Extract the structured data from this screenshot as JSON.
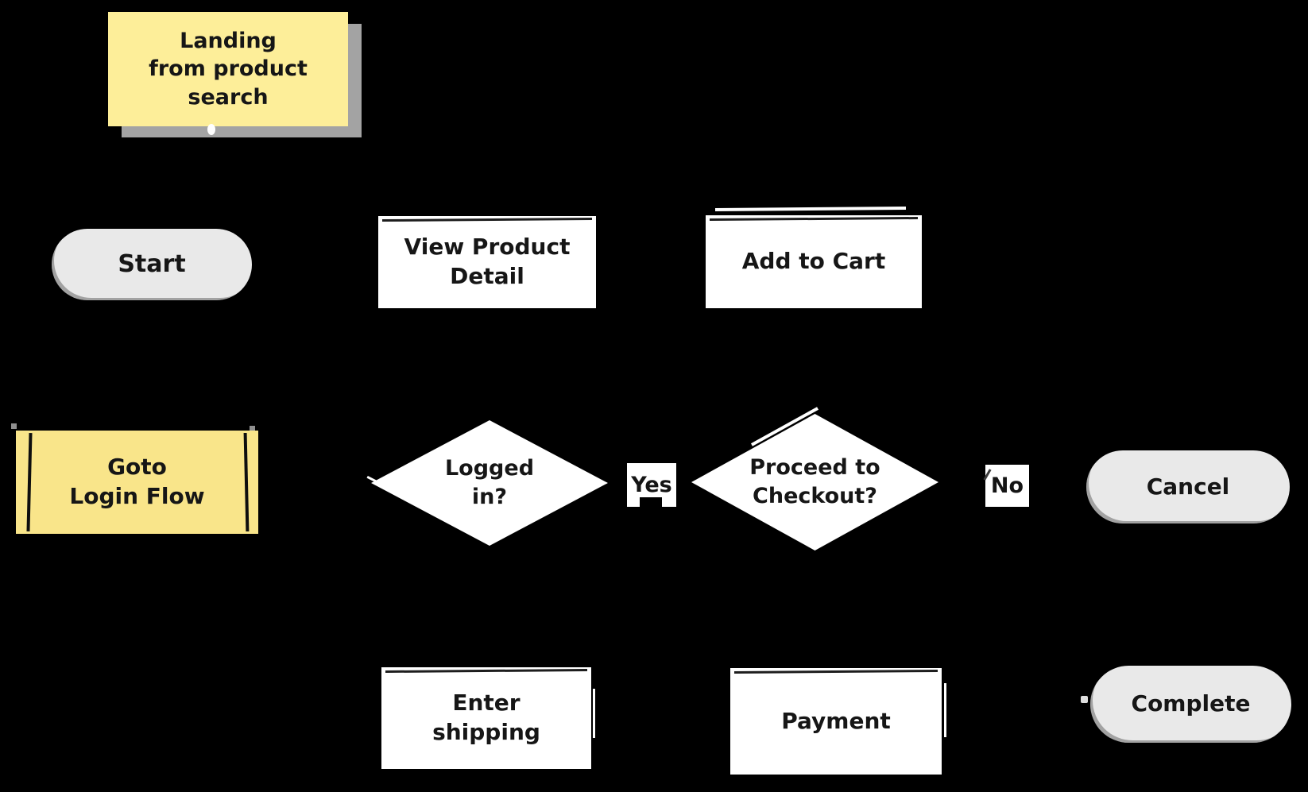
{
  "diagram": {
    "note": {
      "text": "Landing\nfrom product\nsearch"
    },
    "nodes": {
      "start": {
        "label": "Start",
        "shape": "terminator"
      },
      "view_product_detail": {
        "label": "View Product\nDetail",
        "shape": "process"
      },
      "add_to_cart": {
        "label": "Add to Cart",
        "shape": "process"
      },
      "goto_login_flow": {
        "label": "Goto\nLogin Flow",
        "shape": "subroutine"
      },
      "logged_in": {
        "label": "Logged\nin?",
        "shape": "decision"
      },
      "proceed_to_checkout": {
        "label": "Proceed to\nCheckout?",
        "shape": "decision"
      },
      "cancel": {
        "label": "Cancel",
        "shape": "terminator"
      },
      "enter_shipping": {
        "label": "Enter\nshipping",
        "shape": "process"
      },
      "payment": {
        "label": "Payment",
        "shape": "process"
      },
      "complete": {
        "label": "Complete",
        "shape": "terminator"
      }
    },
    "edge_labels": {
      "yes": "Yes",
      "no": "No"
    },
    "colors": {
      "background": "#000000",
      "sticky_yellow": "#fdee99",
      "subroutine_yellow": "#f9e58a",
      "terminator_gray": "#e9e9e9",
      "process_white": "#ffffff",
      "note_shadow_gray": "#a3a3a3",
      "text_black": "#161616"
    }
  }
}
